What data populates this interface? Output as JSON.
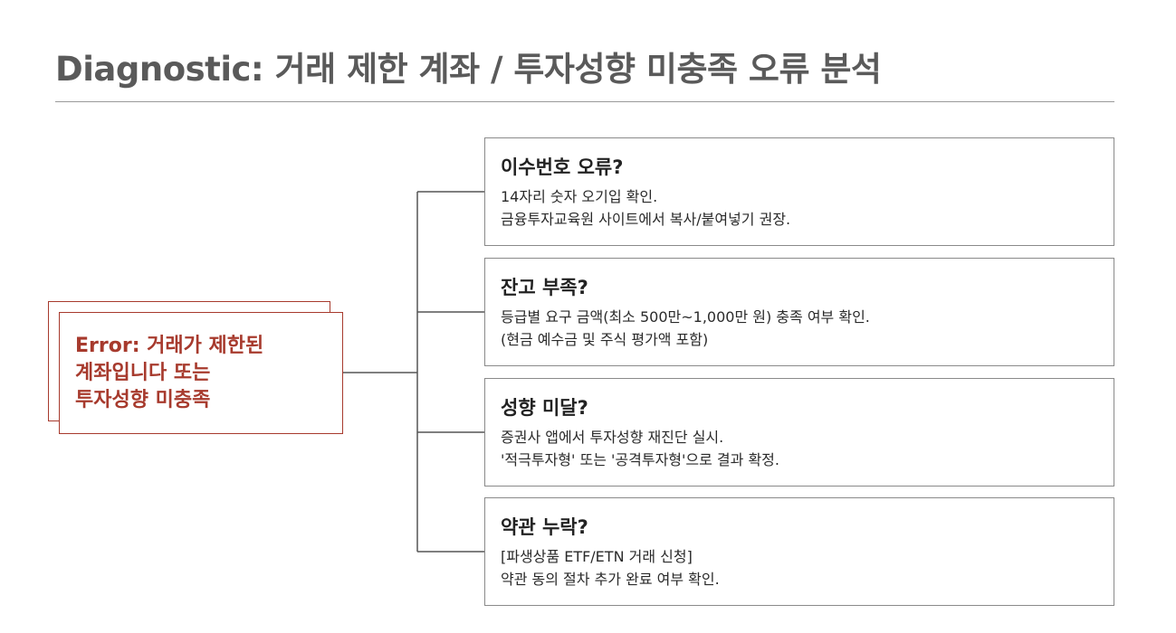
{
  "title": "Diagnostic: 거래 제한 계좌 / 투자성향 미충족 오류 분석",
  "error": {
    "text": "Error: 거래가 제한된\n계좌입니다 또는\n투자성향 미충족"
  },
  "causes": [
    {
      "heading": "이수번호 오류?",
      "lines": [
        "14자리 숫자 오기입 확인.",
        "금융투자교육원 사이트에서 복사/붙여넣기 권장."
      ]
    },
    {
      "heading": "잔고 부족?",
      "lines": [
        "등급별 요구 금액(최소 500만~1,000만 원) 충족 여부 확인.",
        "(현금 예수금 및 주식 평가액 포함)"
      ]
    },
    {
      "heading": "성향 미달?",
      "lines": [
        "증권사 앱에서 투자성향 재진단 실시.",
        "'적극투자형' 또는 '공격투자형'으로 결과 확정."
      ]
    },
    {
      "heading": "약관 누락?",
      "lines": [
        "[파생상품 ETF/ETN 거래 신청]",
        "약관 동의 절차 추가 완료 여부 확인."
      ]
    }
  ],
  "colors": {
    "title": "#5a5a5a",
    "accent": "#a73a2d",
    "box_border": "#8a8a8a",
    "connector": "#555555"
  }
}
